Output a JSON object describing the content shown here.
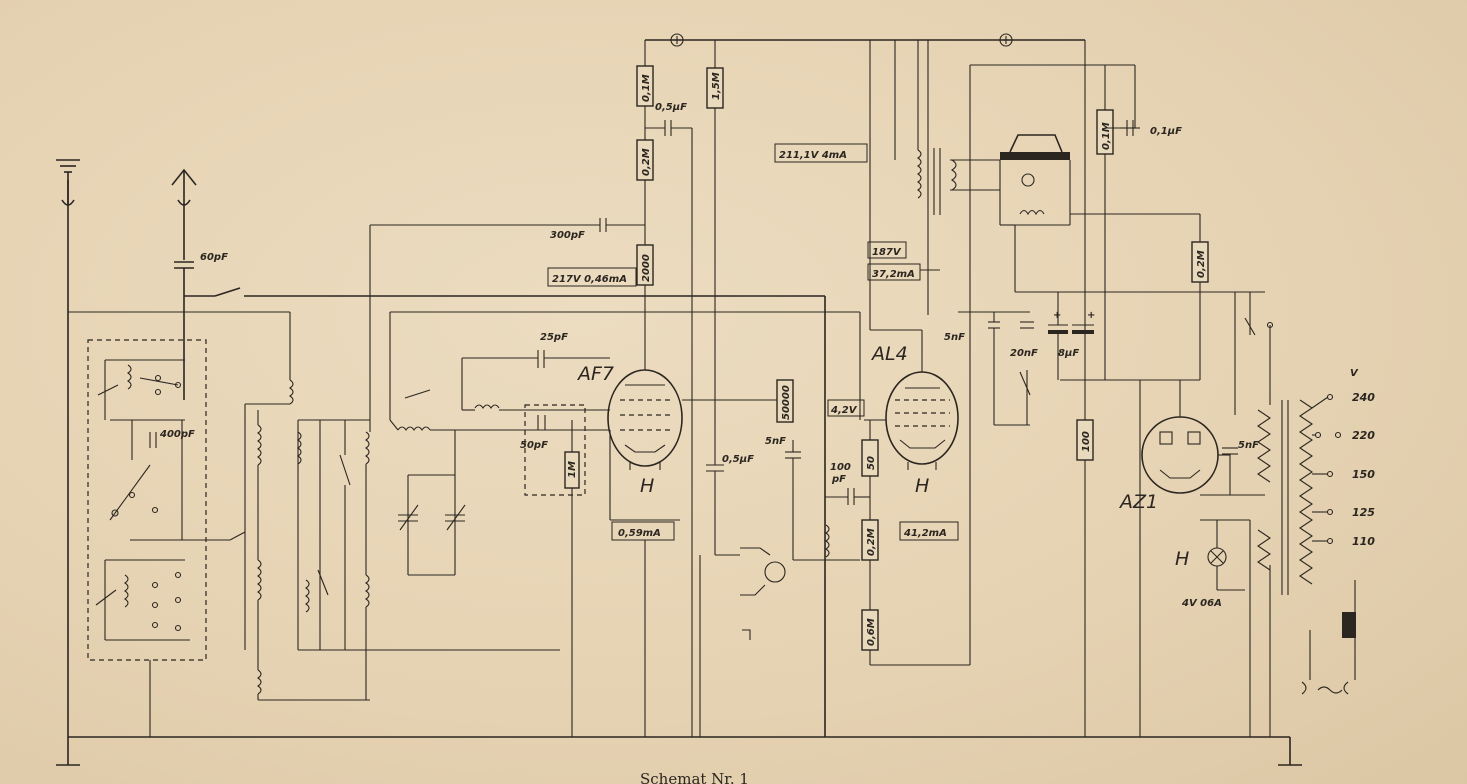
{
  "title": "Schemat Nr. 1",
  "tubes": {
    "af7": "AF7",
    "al4": "AL4",
    "az1": "AZ1"
  },
  "heater_label": "H",
  "voltage_unit": "V",
  "taps": [
    "240",
    "220",
    "150",
    "125",
    "110"
  ],
  "lamp": "4V 06A",
  "measurements": {
    "af7_anode": "217V 0,46mA",
    "af7_cathode": "0,59mA",
    "al4_screen": "211,1V 4mA",
    "al4_anode_top": "187V",
    "al4_anode_bot": "37,2mA",
    "al4_grid": "4,2V",
    "al4_cathode": "41,2mA"
  },
  "components": {
    "r_af7_1": "0,1M",
    "r_af7_2": "0,2M",
    "r_af7_3": "2000",
    "r_screen": "1,5M",
    "c_0_5_top": "0,5μF",
    "c_300": "300pF",
    "c_60": "60pF",
    "c_25": "25pF",
    "c_400": "400pF",
    "c_50": "50pF",
    "r_1m": "1M",
    "r_50000": "50000",
    "c_5nf_mid": "5nF",
    "c_0_5_mid": "0,5μF",
    "c_100pf": "100",
    "c_100pf_unit": "pF",
    "r_50": "50",
    "r_02m_mid": "0,2M",
    "r_06m": "0,6M",
    "c_5nf_al4": "5nF",
    "c_20nf": "20nF",
    "c_8uf": "8μF",
    "r_100": "100",
    "r_01m_right": "0,1M",
    "c_01uf": "0,1μF",
    "r_02m_right": "0,2M",
    "c_5nf_az1": "5nF"
  }
}
